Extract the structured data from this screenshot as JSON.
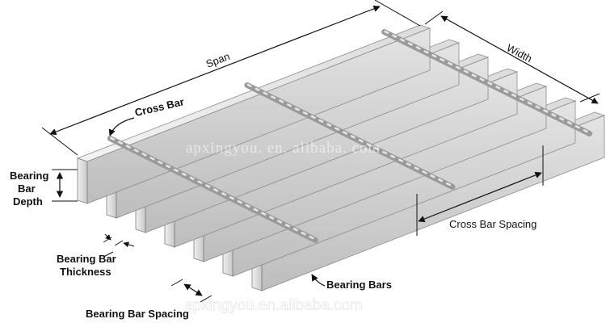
{
  "labels": {
    "span": "Span",
    "width": "Width",
    "cross_bar": "Cross Bar",
    "bearing_bar_depth": [
      "Bearing",
      "Bar",
      "Depth"
    ],
    "bearing_bar_thickness": [
      "Bearing Bar",
      "Thickness"
    ],
    "cross_bar_spacing": "Cross Bar Spacing",
    "bearing_bars": "Bearing Bars",
    "bearing_bar_spacing": "Bearing Bar Spacing"
  },
  "watermarks": {
    "center": "apxingyou. en. alibaba. com",
    "bottom": "apxingyou.en.alibaba.com"
  },
  "colors": {
    "bar_face": "#dedede",
    "bar_top": "#f5f5f5",
    "bar_side": "#b9b9b9",
    "line": "#111111"
  }
}
